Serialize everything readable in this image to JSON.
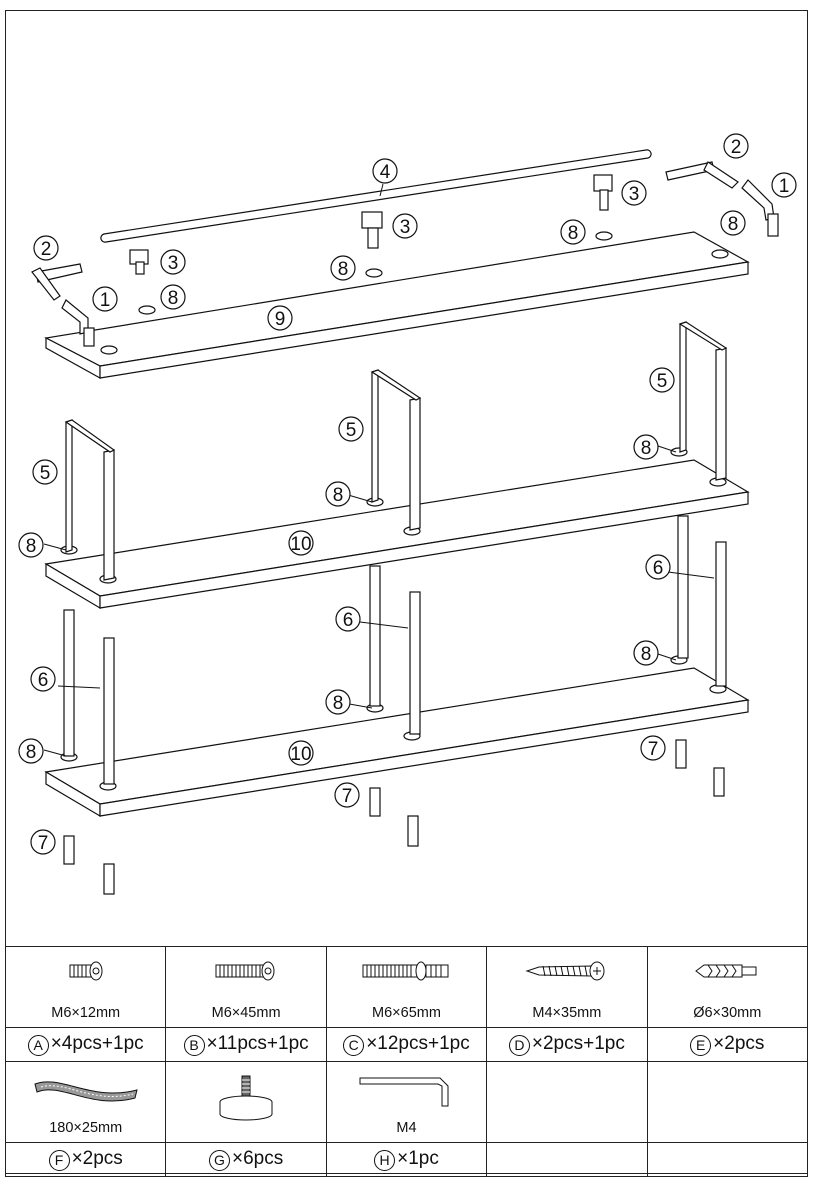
{
  "diagram": {
    "callouts": [
      "1",
      "2",
      "3",
      "4",
      "5",
      "6",
      "7",
      "8",
      "9",
      "10"
    ]
  },
  "hardware": [
    {
      "letter": "A",
      "spec": "M6×12mm",
      "qty": "×4pcs+1pc",
      "icon": "short-bolt-icon"
    },
    {
      "letter": "B",
      "spec": "M6×45mm",
      "qty": "×11pcs+1pc",
      "icon": "medium-bolt-icon"
    },
    {
      "letter": "C",
      "spec": "M6×65mm",
      "qty": "×12pcs+1pc",
      "icon": "long-bolt-icon"
    },
    {
      "letter": "D",
      "spec": "M4×35mm",
      "qty": "×2pcs+1pc",
      "icon": "wood-screw-icon"
    },
    {
      "letter": "E",
      "spec": "Ø6×30mm",
      "qty": "×2pcs",
      "icon": "wall-anchor-icon"
    },
    {
      "letter": "F",
      "spec": "180×25mm",
      "qty": "×2pcs",
      "icon": "strap-icon"
    },
    {
      "letter": "G",
      "spec": "",
      "qty": "×6pcs",
      "icon": "leveling-foot-icon"
    },
    {
      "letter": "H",
      "spec": "M4",
      "qty": "×1pc",
      "icon": "allen-key-icon"
    }
  ]
}
